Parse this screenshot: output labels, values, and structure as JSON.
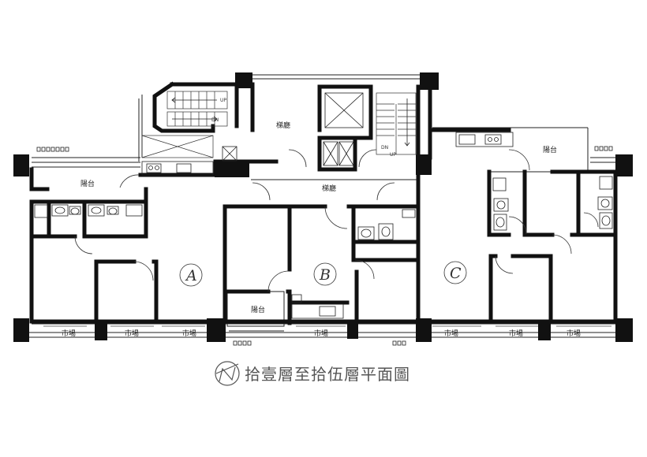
{
  "plan": {
    "title": "拾壹層至拾伍層平面圖",
    "north_icon": "north-arrow-icon",
    "units": {
      "a": "A",
      "b": "B",
      "c": "C"
    },
    "labels": {
      "stair_hall_top": "梯廳",
      "stair_hall_main": "梯廳",
      "balcony_left": "陽台",
      "balcony_right": "陽台",
      "balcony_b": "陽台",
      "window_1": "市場",
      "window_2": "市場",
      "window_3": "市場",
      "window_4": "市場",
      "window_5": "市場",
      "window_6": "市場",
      "window_7": "市場"
    },
    "stair_marks": {
      "up_left": "UP",
      "dn_left": "DN",
      "dn_right": "DN",
      "up_right": "UP"
    }
  }
}
